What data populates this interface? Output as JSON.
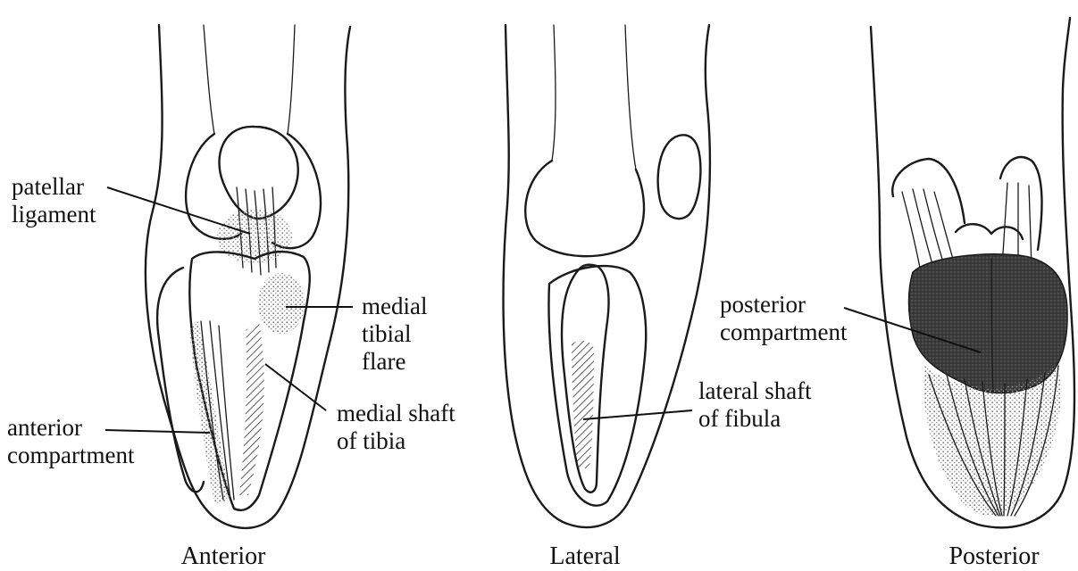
{
  "views": {
    "anterior": {
      "caption": "Anterior",
      "labels": {
        "patellar_ligament": [
          "patellar",
          "ligament"
        ],
        "medial_tibial_flare": [
          "medial",
          "tibial",
          "flare"
        ],
        "medial_shaft_of_tibia": [
          "medial shaft",
          "of tibia"
        ],
        "anterior_compartment": [
          "anterior",
          "compartment"
        ]
      }
    },
    "lateral": {
      "caption": "Lateral",
      "labels": {
        "lateral_shaft_of_fibula": [
          "lateral shaft",
          "of fibula"
        ]
      }
    },
    "posterior": {
      "caption": "Posterior",
      "labels": {
        "posterior_compartment": [
          "posterior",
          "compartment"
        ]
      }
    }
  },
  "colors": {
    "ink": "#1a1a1a",
    "stipple": "#8a8a8a",
    "dark_region": "#3c3c3c",
    "background": "#ffffff"
  }
}
